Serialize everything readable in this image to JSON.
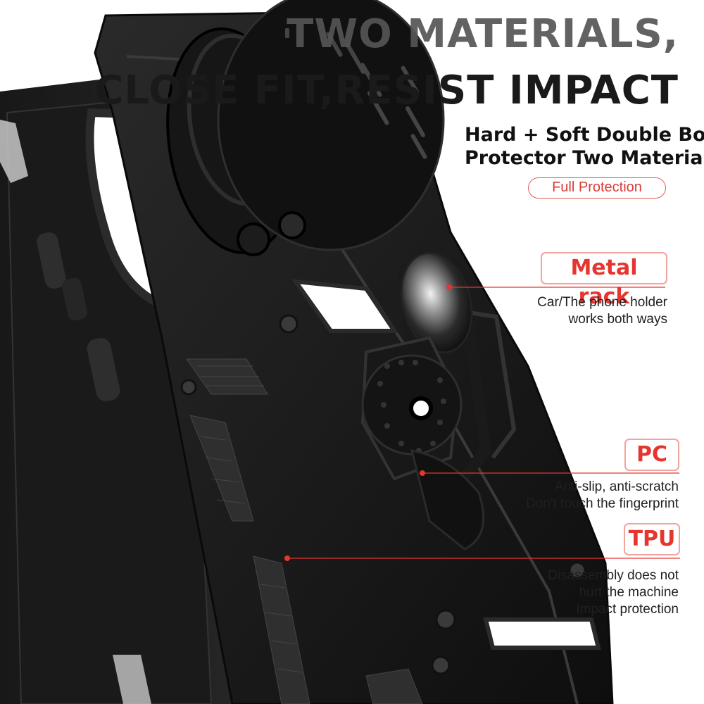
{
  "headline": {
    "line1": "TWO MATERIALS,",
    "line2": "CLOSE FIT,RESIST IMPACT"
  },
  "subheading": {
    "line1": "Hard + Soft Double Body",
    "line2": "Protector Two Materials"
  },
  "badge": "Full Protection",
  "callouts": [
    {
      "label": "Metal rack",
      "lines": [
        "Car/The phone holder",
        "works both ways"
      ]
    },
    {
      "label": "PC",
      "lines": [
        "Anti-slip, anti-scratch",
        "Don't touch the fingerprint"
      ]
    },
    {
      "label": "TPU",
      "lines": [
        "Disassembly does not",
        "hurt the machine",
        "Impact protection"
      ]
    }
  ],
  "colors": {
    "accent": "#e5352e",
    "case": "#1c1c1c",
    "background": "#ffffff"
  }
}
